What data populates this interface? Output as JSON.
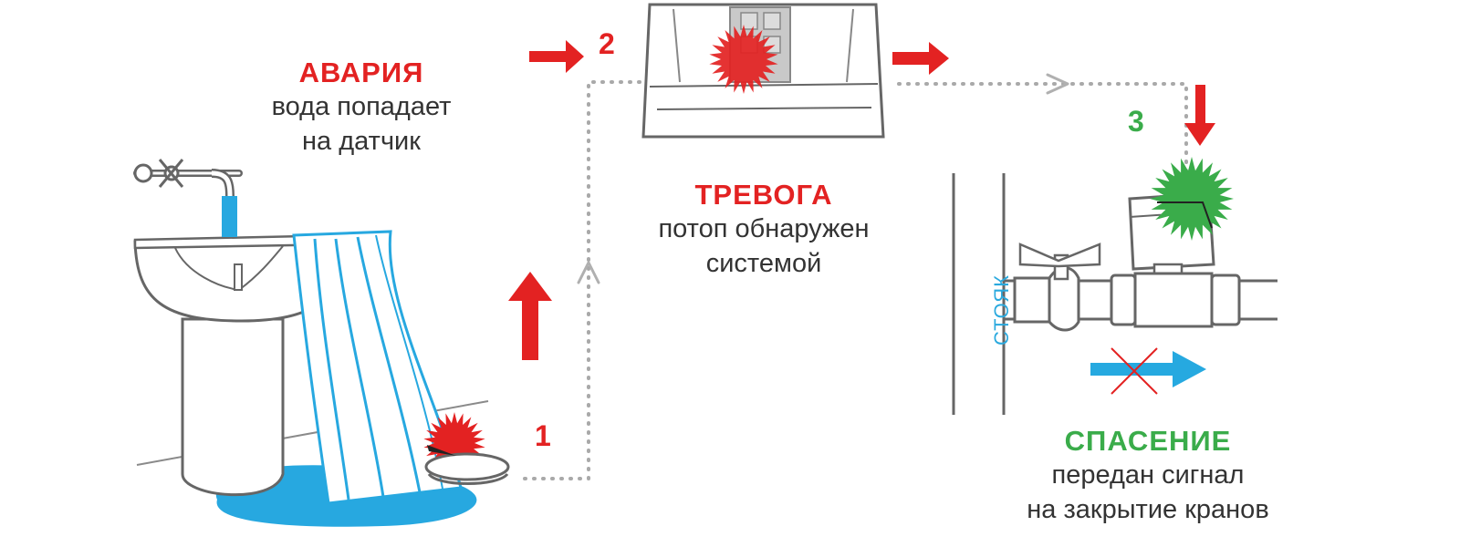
{
  "colors": {
    "red": "#e32222",
    "green": "#3aac4a",
    "blue": "#26a9e0",
    "outline": "#666666",
    "dots": "#a9a9a9"
  },
  "steps": {
    "step1": {
      "number": "1",
      "title": "АВАРИЯ",
      "line1": "вода попадает",
      "line2": "на датчик"
    },
    "step2": {
      "number": "2",
      "title": "ТРЕВОГА",
      "line1": "потоп обнаружен",
      "line2": "системой"
    },
    "step3": {
      "number": "3",
      "title": "СПАСЕНИЕ",
      "line1": "передан сигнал",
      "line2": "на закрытие кранов"
    }
  },
  "riser_label": "СТОЯК",
  "icons": [
    "sink-icon",
    "water-sensor-icon",
    "controller-icon",
    "ball-valve-icon",
    "motorized-valve-icon",
    "flow-blocked-icon"
  ]
}
